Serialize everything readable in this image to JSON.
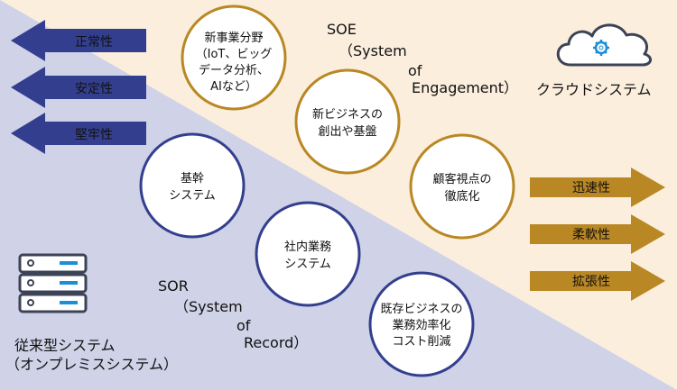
{
  "colors": {
    "sor_background": "#d0d2e8",
    "soe_background": "#fbeedd",
    "sor_arrow": "#333f8e",
    "soe_arrow": "#b98723",
    "soe_circle_border": "#b98723",
    "sor_circle_border": "#333f8e",
    "cloud_gear": "#1b8fd6",
    "server_icon": "#3c4356"
  },
  "sor_arrows": [
    "正常性",
    "安定性",
    "堅牢性"
  ],
  "soe_arrows": [
    "迅速性",
    "柔軟性",
    "拡張性"
  ],
  "soe_circles": [
    {
      "lines": [
        "新事業分野",
        "（IoT、ビッグ",
        "データ分析、",
        "AIなど）"
      ]
    },
    {
      "lines": [
        "新ビジネスの",
        "創出や基盤"
      ]
    },
    {
      "lines": [
        "顧客視点の",
        "徹底化"
      ]
    }
  ],
  "sor_circles": [
    {
      "lines": [
        "基幹",
        "システム"
      ]
    },
    {
      "lines": [
        "社内業務",
        "システム"
      ]
    },
    {
      "lines": [
        "既存ビジネスの",
        "業務効率化",
        "コスト削減"
      ]
    }
  ],
  "soe_label": [
    "SOE",
    "（System",
    "of",
    "Engagement）"
  ],
  "sor_label": [
    "SOR",
    "（System",
    "of",
    "Record）"
  ],
  "cloud_label": "クラウドシステム",
  "onprem_label": [
    "従来型システム",
    "（オンプレミスシステム）"
  ]
}
